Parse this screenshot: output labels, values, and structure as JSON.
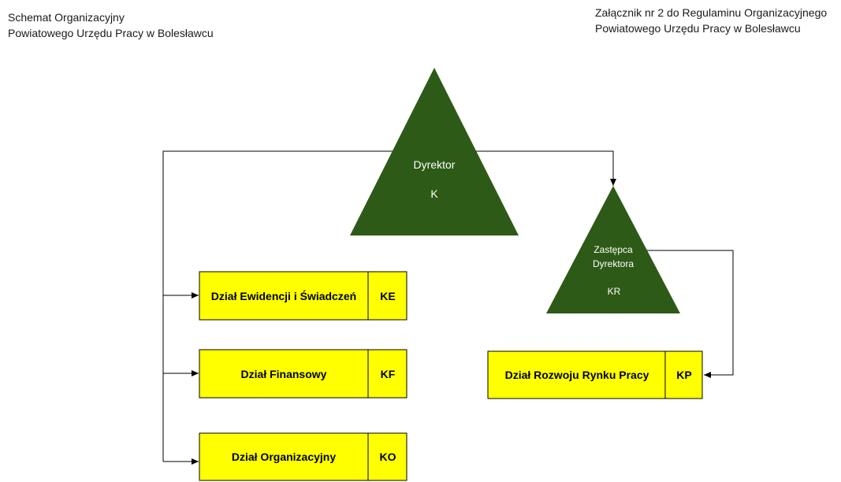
{
  "header": {
    "left_line1": "Schemat Organizacyjny",
    "left_line2": "Powiatowego Urzędu Pracy w Bolesławcu",
    "right_line1": "Załącznik nr 2 do Regulaminu Organizacyjnego",
    "right_line2": "Powiatowego Urzędu Pracy w Bolesławcu"
  },
  "colors": {
    "triangle_fill": "#2d5a17",
    "box_fill": "#ffff00",
    "line": "#000000"
  },
  "director": {
    "title": "Dyrektor",
    "code": "K"
  },
  "deputy": {
    "title_line1": "Zastępca",
    "title_line2": "Dyrektora",
    "code": "KR"
  },
  "units": [
    {
      "name": "Dział Ewidencji i Świadczeń",
      "code": "KE"
    },
    {
      "name": "Dział Finansowy",
      "code": "KF"
    },
    {
      "name": "Dział Organizacyjny",
      "code": "KO"
    },
    {
      "name": "Dział Rozwoju Rynku Pracy",
      "code": "KP"
    }
  ]
}
